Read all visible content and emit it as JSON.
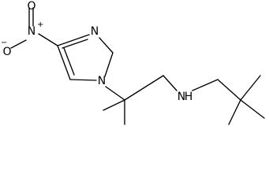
{
  "structure": {
    "atoms": {
      "nitro_oxygen_single": "O",
      "oxygen_charge": "−",
      "nitro_nitrogen": "N",
      "nitrogen_charge": "+",
      "nitro_oxygen_double": "O",
      "ring_nitrogen_3": "N",
      "ring_nitrogen_1": "N",
      "amine_nitrogen": "N",
      "amine_hydrogen": "H"
    }
  }
}
